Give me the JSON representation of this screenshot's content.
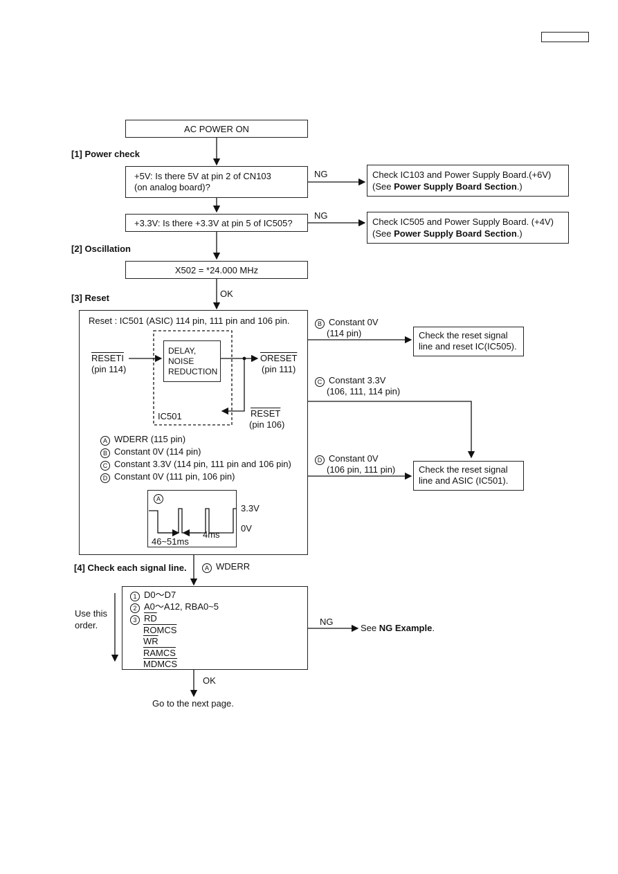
{
  "header": {
    "page_box": ""
  },
  "steps": {
    "ac_on": "AC POWER ON",
    "power_check": "[1] Power check",
    "v5_line1": "+5V: Is there 5V at pin 2 of CN103",
    "v5_line2": "(on analog board)?",
    "v33": "+3.3V: Is there +3.3V at pin 5 of IC505?",
    "oscillation": "[2] Oscillation",
    "x502": "X502 = *24.000 MHz",
    "reset_title": "[3] Reset",
    "check_signal": "[4] Check each signal line."
  },
  "ng_branches": {
    "ng1_label": "NG",
    "ng1_line1": "Check IC103 and Power Supply Board.(+6V)",
    "ng1_line2a": "(See ",
    "ng1_line2b": "Power Supply Board Section",
    "ng1_line2c": ".)",
    "ng2_label": "NG",
    "ng2_line1": "Check IC505 and Power Supply Board. (+4V)",
    "ng2_line2a": "(See ",
    "ng2_line2b": "Power Supply Board Section",
    "ng2_line2c": ".)"
  },
  "ok1": "OK",
  "reset_box": {
    "heading": "Reset : IC501 (ASIC) 114 pin, 111 pin and 106 pin.",
    "reseti": "RESETI",
    "reseti_pin": "(pin 114)",
    "delay1": "DELAY,",
    "delay2": "NOISE",
    "delay3": "REDUCTION",
    "oreset": "ORESET",
    "oreset_pin": "(pin 111)",
    "reset": "RESET",
    "reset_pin": "(pin 106)",
    "ic501": "IC501",
    "legend": [
      {
        "mark": "A",
        "text": "WDERR (115 pin)"
      },
      {
        "mark": "B",
        "text": "Constant 0V (114 pin)"
      },
      {
        "mark": "C",
        "text": "Constant 3.3V (114 pin, 111 pin and 106 pin)"
      },
      {
        "mark": "D",
        "text": "Constant 0V (111 pin, 106 pin)"
      }
    ],
    "wave_mark": "A",
    "wave_hi": "3.3V",
    "wave_lo": "0V",
    "wave_period": "46~51ms",
    "wave_pulse": "4ms"
  },
  "branches": {
    "b_mark": "B",
    "b_line1": "Constant 0V",
    "b_line2": "(114 pin)",
    "c_mark": "C",
    "c_line1": "Constant 3.3V",
    "c_line2": "(106, 111, 114 pin)",
    "d_mark": "D",
    "d_line1": "Constant 0V",
    "d_line2": "(106 pin, 111 pin)",
    "box1_line1": "Check the reset signal",
    "box1_line2": "line and reset IC(IC505).",
    "box2_line1": "Check the reset signal",
    "box2_line2": "line and ASIC (IC501)."
  },
  "wderr_mark": "A",
  "wderr_label": "WDERR",
  "signals": {
    "items": [
      {
        "mark": "1",
        "text": "D0～D7"
      },
      {
        "mark": "2",
        "text": "A0～A12, RBA0~5"
      },
      {
        "mark": "3",
        "text": "RD"
      }
    ],
    "extra": [
      "ROMCS",
      "WR",
      "RAMCS",
      "MDMCS"
    ],
    "use_order1": "Use this",
    "use_order2": "order.",
    "ng_label": "NG",
    "see_a": "See ",
    "see_b": "NG Example",
    "see_c": "."
  },
  "ok2": "OK",
  "next_page": "Go to the next page."
}
